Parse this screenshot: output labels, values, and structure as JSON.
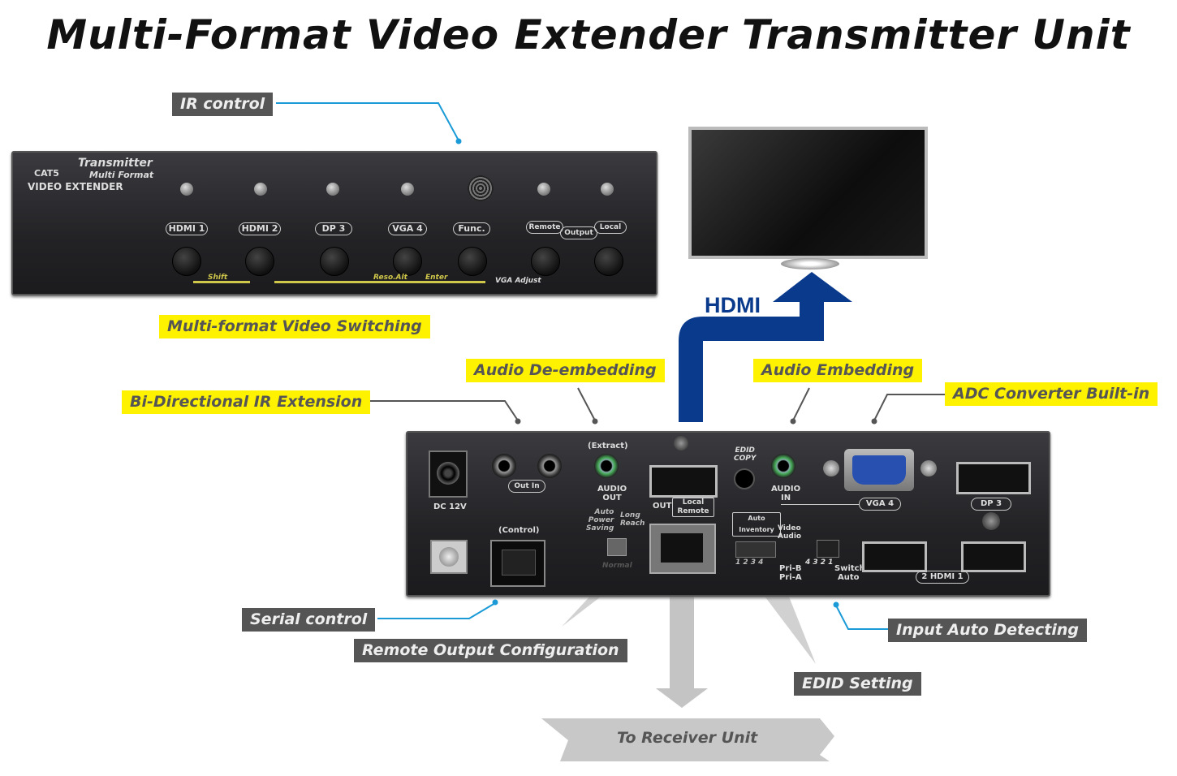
{
  "title": "Multi-Format Video Extender Transmitter Unit",
  "hdmi_label": "HDMI",
  "callouts": {
    "ir_control": "IR control",
    "switching": "Multi-format Video Switching",
    "audio_deembed": "Audio De-embedding",
    "audio_embed": "Audio Embedding",
    "adc": "ADC Converter Built-in",
    "bidir_ir": "Bi-Directional IR Extension",
    "serial": "Serial control",
    "remote_output": "Remote Output Configuration",
    "input_auto": "Input Auto Detecting",
    "edid": "EDID Setting",
    "to_receiver": "To Receiver Unit"
  },
  "front_panel": {
    "brand_top": "Transmitter",
    "brand_cat": "CAT5",
    "brand_mf": "Multi Format",
    "brand_ve": "VIDEO EXTENDER",
    "buttons": [
      "HDMI 1",
      "HDMI 2",
      "DP 3",
      "VGA 4",
      "Func."
    ],
    "remote": "Remote",
    "local": "Local",
    "output": "Output",
    "shift": "Shift",
    "reso": "Reso.Alt",
    "enter": "Enter",
    "vga_adjust": "VGA Adjust"
  },
  "rear_panel": {
    "dc": "DC 12V",
    "out_in": "Out In",
    "control": "(Control)",
    "extract": "(Extract)",
    "audio_out": "AUDIO\nOUT",
    "auto_power": "Auto\nPower\nSaving",
    "long_reach": "Long\nReach",
    "normal": "Normal",
    "out": "OUT",
    "local": "Local",
    "remote": "Remote",
    "edid_copy": "EDID\nCOPY",
    "auto": "Auto",
    "inventory": "Inventory",
    "video": "Video",
    "audio": "Audio",
    "dip": "1 2 3 4",
    "pri_b": "Pri-B",
    "pri_a": "Pri-A",
    "nums": "4 3 2 1",
    "switch": "Switch",
    "auto2": "Auto",
    "audio_in": "AUDIO\nIN",
    "vga4": "VGA 4",
    "dp3": "DP 3",
    "hdmi21": "2 HDMI 1"
  },
  "colors": {
    "yellow": "#fff200",
    "dark_label": "#555555",
    "blue_arrow": "#0a3a8c",
    "leader_blue": "#1a9ad6"
  }
}
